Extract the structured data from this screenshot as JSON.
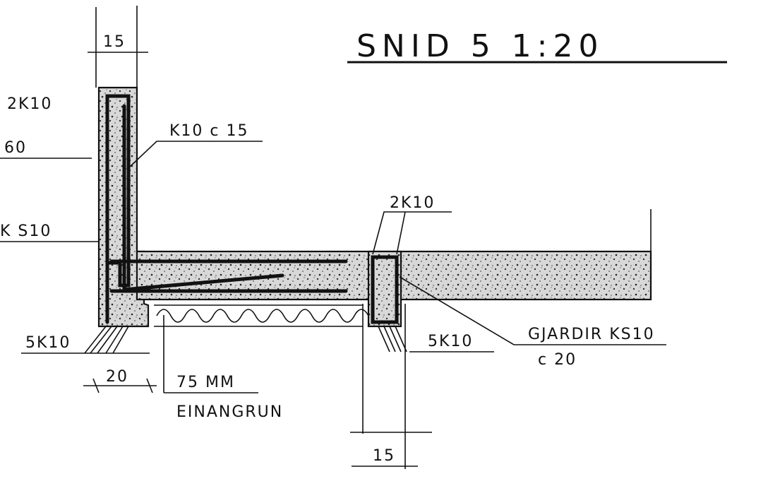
{
  "title": "SNID 5 1:20",
  "labels": {
    "wall_thickness": "15",
    "bottom_bars_left": "2K10",
    "height": "60",
    "vertical_bars": "K10 c 15",
    "stirrups": "K S10",
    "beam_top_bars": "2K10",
    "lower_bars_left": "5K10",
    "lower_bars_right": "5K10",
    "beam_width_left": "20",
    "insulation_thickness": "75 MM",
    "insulation_name": "EINANGRUN",
    "stirrups_right_line1": "GJARDIR KS10",
    "stirrups_right_line2": "c 20",
    "beam_width_right": "15"
  },
  "colors": {
    "ink": "#111111",
    "paper": "#ffffff"
  }
}
